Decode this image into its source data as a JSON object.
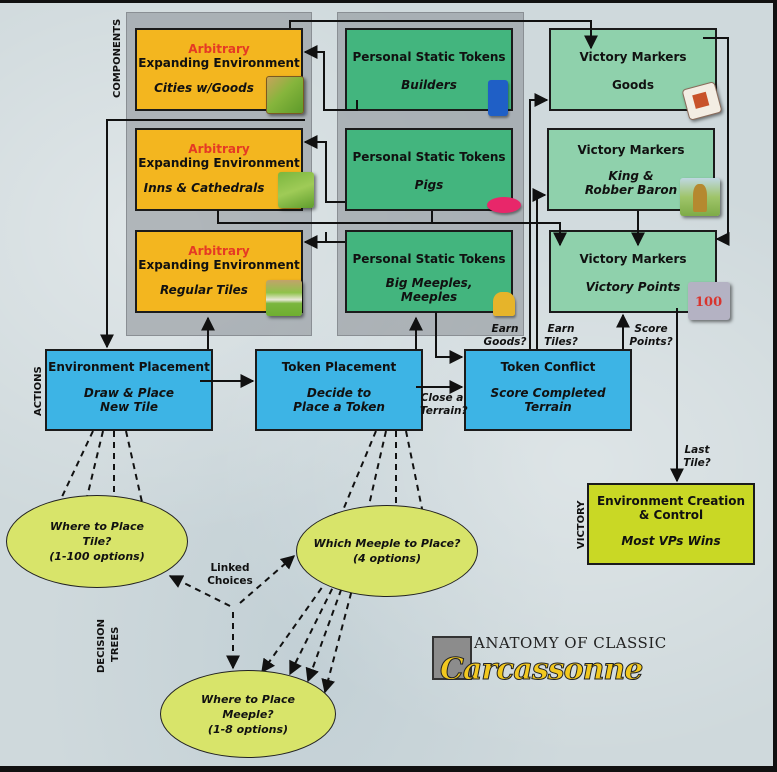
{
  "section_labels": {
    "components": "COMPONENTS",
    "actions": "ACTIONS",
    "victory": "VICTORY",
    "decision_trees_line1": "DECISION",
    "decision_trees_line2": "TREES"
  },
  "components": {
    "environment": [
      {
        "tag": "Arbitrary",
        "title": "Expanding Environment",
        "sub": "Cities w/Goods",
        "icon": "city-tile-icon"
      },
      {
        "tag": "Arbitrary",
        "title": "Expanding Environment",
        "sub": "Inns & Cathedrals",
        "icon": "inn-tile-icon"
      },
      {
        "tag": "Arbitrary",
        "title": "Expanding Environment",
        "sub": "Regular Tiles",
        "icon": "road-tile-icon"
      }
    ],
    "tokens": [
      {
        "title": "Personal Static Tokens",
        "sub": "Builders",
        "icon": "builder-token-icon"
      },
      {
        "title": "Personal Static Tokens",
        "sub": "Pigs",
        "icon": "pig-token-icon"
      },
      {
        "title": "Personal Static Tokens",
        "sub_line1": "Big Meeples,",
        "sub_line2": "Meeples",
        "icon": "meeple-token-icon"
      }
    ],
    "victory_markers": [
      {
        "title": "Victory Markers",
        "sub": "Goods",
        "icon": "goods-token-icon"
      },
      {
        "title": "Victory Markers",
        "sub_line1": "King &",
        "sub_line2": "Robber Baron",
        "icon": "king-card-icon"
      },
      {
        "title": "Victory Markers",
        "sub": "Victory Points",
        "icon": "score-100-tile-icon",
        "icon_text": "100"
      }
    ]
  },
  "actions": [
    {
      "title": "Environment Placement",
      "sub_line1": "Draw & Place",
      "sub_line2": "New Tile"
    },
    {
      "title": "Token Placement",
      "sub_line1": "Decide to",
      "sub_line2": "Place a Token"
    },
    {
      "title": "Token Conflict",
      "sub_line1": "Score Completed",
      "sub_line2": "Terrain"
    }
  ],
  "victory": {
    "title_line1": "Environment Creation",
    "title_line2": "& Control",
    "sub": "Most VPs Wins"
  },
  "annotations": {
    "close_terrain_1": "Close a",
    "close_terrain_2": "Terrain?",
    "earn_goods_1": "Earn",
    "earn_goods_2": "Goods?",
    "earn_tiles_1": "Earn",
    "earn_tiles_2": "Tiles?",
    "score_points_1": "Score",
    "score_points_2": "Points?",
    "last_tile_1": "Last",
    "last_tile_2": "Tile?",
    "linked_1": "Linked",
    "linked_2": "Choices"
  },
  "decision_trees": [
    {
      "line1": "Where to Place",
      "line2": "Tile?",
      "line3": "(1-100 options)"
    },
    {
      "line1": "Which Meeple to Place?",
      "line2": "(4 options)"
    },
    {
      "line1": "Where to Place",
      "line2": "Meeple?",
      "line3": "(1-8 options)"
    }
  ],
  "logo": {
    "top": "ANATOMY OF CLASSIC",
    "main": "Carcassonne"
  },
  "colors": {
    "environment": "#f3b61f",
    "tokens": "#43b57e",
    "victory_markers": "#8fd1ac",
    "actions": "#3db4e5",
    "victory": "#c9d825",
    "decision": "#d8e46a",
    "arbitrary_tag": "#e53a24"
  }
}
